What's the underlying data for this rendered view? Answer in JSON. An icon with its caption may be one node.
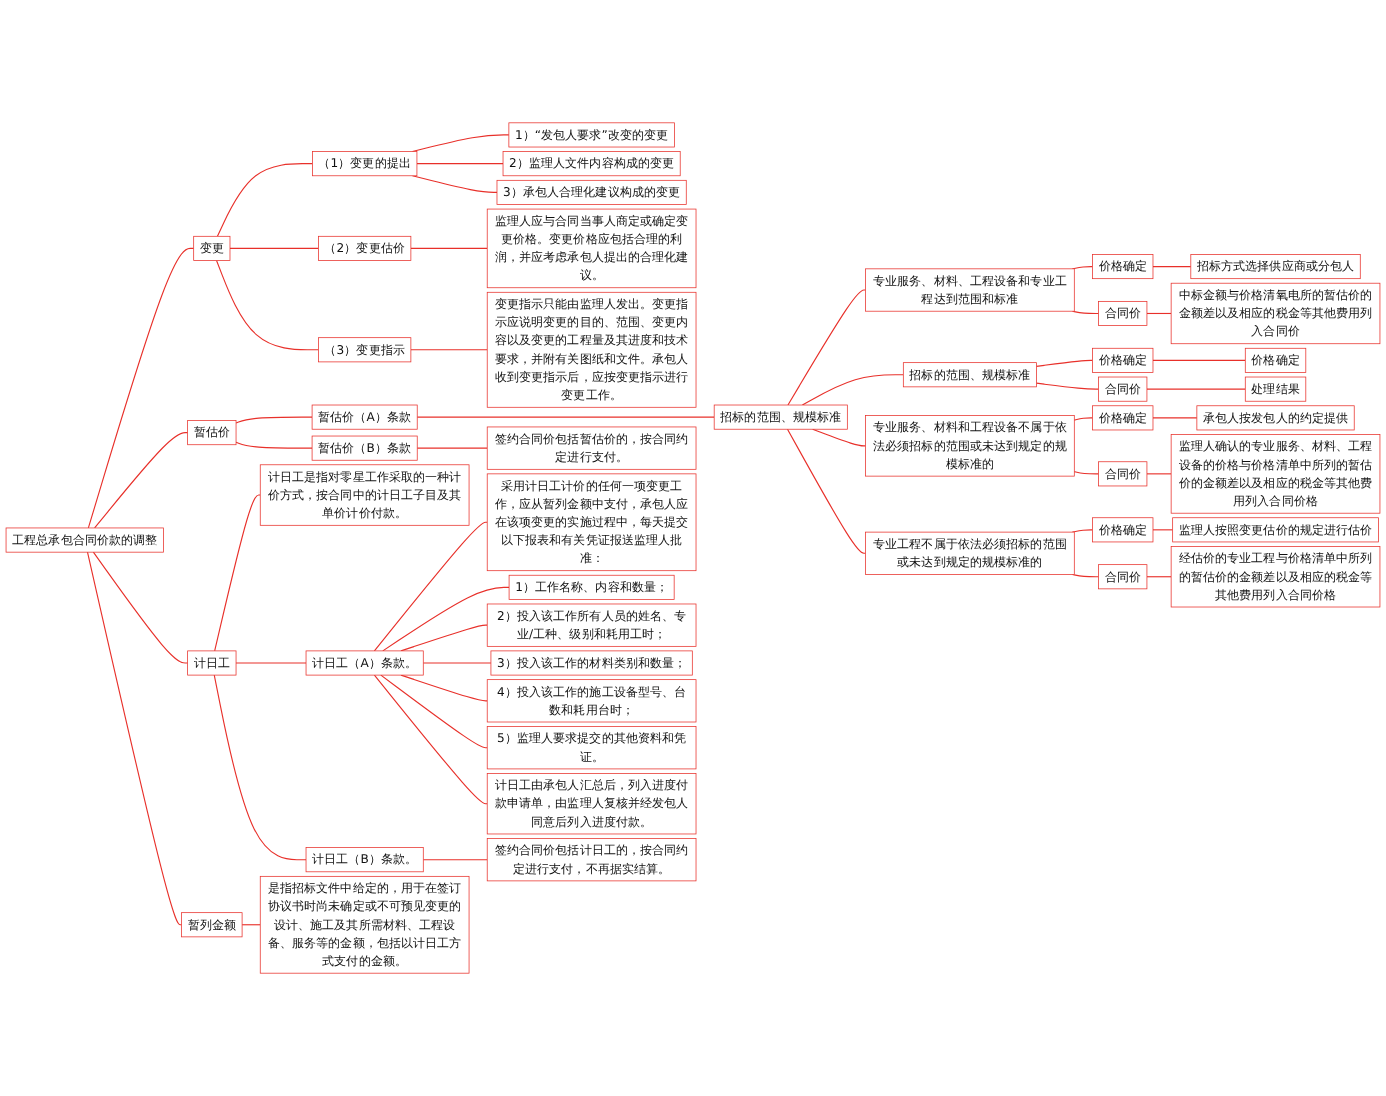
{
  "diagram": {
    "nodes": [
      {
        "text": [
          "工程总承包合同价款的调整"
        ]
      },
      {
        "text": [
          "变更"
        ]
      },
      {
        "text": [
          "（1）变更的提出"
        ]
      },
      {
        "text": [
          "1）“发包人要求”改变的变更"
        ]
      },
      {
        "text": [
          "2）监理人文件内容构成的变更"
        ]
      },
      {
        "text": [
          "3）承包人合理化建议构成的变更"
        ]
      },
      {
        "text": [
          "（2）变更估价"
        ]
      },
      {
        "text": [
          "监理人应与合同当事人商定或确定变更价格。变更价格应包括合理的利润，并应考虑承包人提出的合理化建议。"
        ]
      },
      {
        "text": [
          "（3）变更指示"
        ]
      },
      {
        "text": [
          "变更指示只能由监理人发出。变更指示应说明变更的目的、范围、变更内容以及变更的工程量及其进度和技术要求，并附有关图纸和文件。承包人收到变更指示后，应按变更指示进行变更工作。"
        ]
      },
      {
        "text": [
          "暂估价"
        ]
      },
      {
        "text": [
          "暂估价（A）条款"
        ]
      },
      {
        "text": [
          "招标的范围、规模标准"
        ]
      },
      {
        "text": [
          "专业服务、材料、工程设备和专业工程达到范围和标准"
        ]
      },
      {
        "text": [
          "价格确定"
        ]
      },
      {
        "text": [
          "招标方式选择供应商或分包人"
        ]
      },
      {
        "text": [
          "合同价"
        ]
      },
      {
        "text": [
          "中标金额与价格清氧电所的暂估价的金额差以及相应的税金等其他费用列入合同价"
        ]
      },
      {
        "text": [
          "招标的范围、规模标准"
        ]
      },
      {
        "text": [
          "价格确定"
        ]
      },
      {
        "text": [
          "价格确定"
        ]
      },
      {
        "text": [
          "合同价"
        ]
      },
      {
        "text": [
          "处理结果"
        ]
      },
      {
        "text": [
          "专业服务、材料和工程设备不属于依法必须招标的范围或未达到规定的规模标准的"
        ]
      },
      {
        "text": [
          "价格确定"
        ]
      },
      {
        "text": [
          "承包人按发包人的约定提供"
        ]
      },
      {
        "text": [
          "合同价"
        ]
      },
      {
        "text": [
          "监理人确认的专业服务、材料、工程设备的价格与价格清单中所列的暂估价的金额差以及相应的税金等其他费用列入合同价格"
        ]
      },
      {
        "text": [
          "专业工程不属于依法必须招标的范围或未达到规定的规模标准的"
        ]
      },
      {
        "text": [
          "价格确定"
        ]
      },
      {
        "text": [
          "监理人按照变更估价的规定进行估价"
        ]
      },
      {
        "text": [
          "合同价"
        ]
      },
      {
        "text": [
          "经估价的专业工程与价格清单中所列的暂估价的金额差以及相应的税金等其他费用列入合同价格"
        ]
      },
      {
        "text": [
          "暂估价（B）条款"
        ]
      },
      {
        "text": [
          "签约合同价包括暂估价的，按合同约定进行支付。"
        ]
      },
      {
        "text": [
          "计日工"
        ]
      },
      {
        "text": [
          "计日工是指对零星工作采取的一种计价方式，按合同中的计日工子目及其单价计价付款。"
        ]
      },
      {
        "text": [
          "计日工（A）条款。"
        ]
      },
      {
        "text": [
          "采用计日工计价的任何一项变更工作，应从暂列金额中支付，承包人应在该项变更的实施过程中，每天提交以下报表和有关凭证报送监理人批准："
        ]
      },
      {
        "text": [
          "1）工作名称、内容和数量；"
        ]
      },
      {
        "text": [
          "2）投入该工作所有人员的姓名、专业/工种、级别和耗用工时；"
        ]
      },
      {
        "text": [
          "3）投入该工作的材料类别和数量；"
        ]
      },
      {
        "text": [
          "4）投入该工作的施工设备型号、台数和耗用台时；"
        ]
      },
      {
        "text": [
          "5）监理人要求提交的其他资料和凭证。"
        ]
      },
      {
        "text": [
          "计日工由承包人汇总后，列入进度付款申请单，由监理人复核并经发包人同意后列入进度付款。"
        ]
      },
      {
        "text": [
          "计日工（B）条款。"
        ]
      },
      {
        "text": [
          "签约合同价包括计日工的，按合同约定进行支付，不再据实结算。"
        ]
      },
      {
        "text": [
          "暂列金额"
        ]
      },
      {
        "text": [
          "是指招标文件中给定的，用于在签订协议书时尚未确定或不可预见变更的设计、施工及其所需材料、工程设备、服务等的金额，包括以计日工方式支付的金额。"
        ]
      }
    ],
    "edges": [
      {
        "from": 0,
        "to": 1,
        "arrow": "none"
      },
      {
        "from": 1,
        "to": 2,
        "arrow": "none"
      },
      {
        "from": 2,
        "to": 3,
        "arrow": "none"
      },
      {
        "from": 2,
        "to": 4,
        "arrow": "none"
      },
      {
        "from": 2,
        "to": 5,
        "arrow": "none"
      },
      {
        "from": 1,
        "to": 6,
        "arrow": "none"
      },
      {
        "from": 6,
        "to": 7,
        "arrow": "none"
      },
      {
        "from": 1,
        "to": 8,
        "arrow": "none"
      },
      {
        "from": 8,
        "to": 9,
        "arrow": "none"
      },
      {
        "from": 0,
        "to": 10,
        "arrow": "none"
      },
      {
        "from": 10,
        "to": 11,
        "arrow": "none"
      },
      {
        "from": 11,
        "to": 12,
        "arrow": "none"
      },
      {
        "from": 12,
        "to": 13,
        "arrow": "none"
      },
      {
        "from": 13,
        "to": 14,
        "arrow": "none"
      },
      {
        "from": 14,
        "to": 15,
        "arrow": "none"
      },
      {
        "from": 13,
        "to": 16,
        "arrow": "none"
      },
      {
        "from": 16,
        "to": 17,
        "arrow": "none"
      },
      {
        "from": 12,
        "to": 18,
        "arrow": "none"
      },
      {
        "from": 18,
        "to": 19,
        "arrow": "none"
      },
      {
        "from": 19,
        "to": 20,
        "arrow": "none"
      },
      {
        "from": 18,
        "to": 21,
        "arrow": "none"
      },
      {
        "from": 21,
        "to": 22,
        "arrow": "none"
      },
      {
        "from": 12,
        "to": 23,
        "arrow": "none"
      },
      {
        "from": 23,
        "to": 24,
        "arrow": "none"
      },
      {
        "from": 24,
        "to": 25,
        "arrow": "none"
      },
      {
        "from": 23,
        "to": 26,
        "arrow": "none"
      },
      {
        "from": 26,
        "to": 27,
        "arrow": "none"
      },
      {
        "from": 12,
        "to": 28,
        "arrow": "none"
      },
      {
        "from": 28,
        "to": 29,
        "arrow": "none"
      },
      {
        "from": 29,
        "to": 30,
        "arrow": "none"
      },
      {
        "from": 28,
        "to": 31,
        "arrow": "none"
      },
      {
        "from": 31,
        "to": 32,
        "arrow": "none"
      },
      {
        "from": 10,
        "to": 33,
        "arrow": "none"
      },
      {
        "from": 33,
        "to": 34,
        "arrow": "none"
      },
      {
        "from": 0,
        "to": 35,
        "arrow": "none"
      },
      {
        "from": 35,
        "to": 36,
        "arrow": "none"
      },
      {
        "from": 35,
        "to": 37,
        "arrow": "none"
      },
      {
        "from": 37,
        "to": 38,
        "arrow": "none"
      },
      {
        "from": 37,
        "to": 39,
        "arrow": "none"
      },
      {
        "from": 37,
        "to": 40,
        "arrow": "none"
      },
      {
        "from": 37,
        "to": 41,
        "arrow": "none"
      },
      {
        "from": 37,
        "to": 42,
        "arrow": "none"
      },
      {
        "from": 37,
        "to": 43,
        "arrow": "none"
      },
      {
        "from": 37,
        "to": 44,
        "arrow": "none"
      },
      {
        "from": 35,
        "to": 45,
        "arrow": "none"
      },
      {
        "from": 45,
        "to": 46,
        "arrow": "none"
      },
      {
        "from": 0,
        "to": 47,
        "arrow": "none"
      },
      {
        "from": 47,
        "to": 48,
        "arrow": "none"
      }
    ]
  }
}
